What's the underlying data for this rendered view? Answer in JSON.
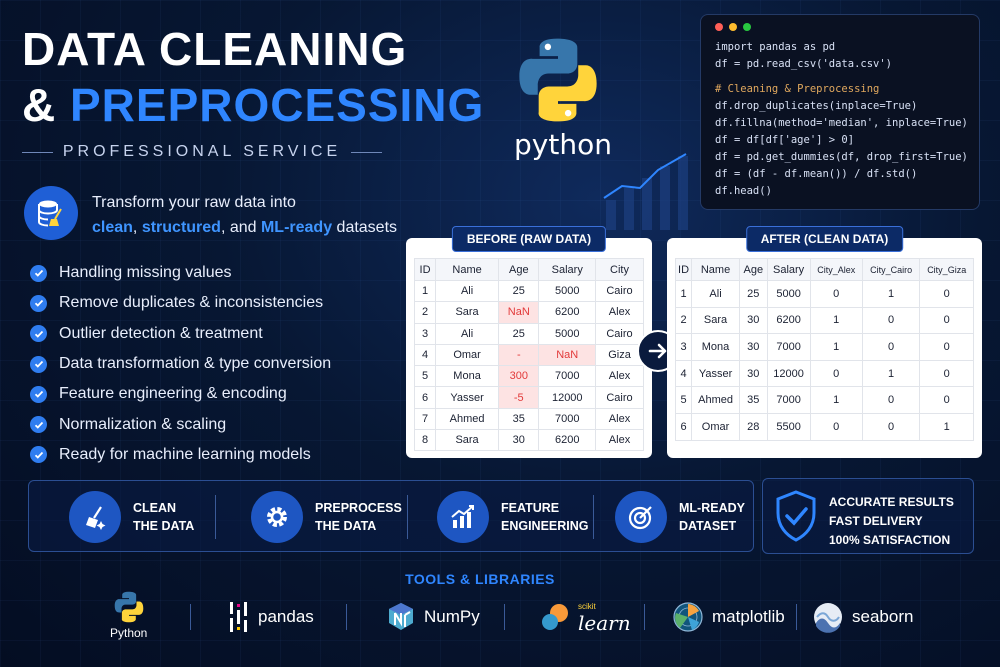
{
  "title": {
    "line1": "DATA CLEANING",
    "line2_prefix": "& ",
    "line2_accent": "PREPROCESSING",
    "subtitle": "PROFESSIONAL SERVICE"
  },
  "python_logo_word": "python",
  "code": {
    "lines": [
      "import pandas as pd",
      "df = pd.read_csv('data.csv')",
      "# Cleaning & Preprocessing",
      "df.drop_duplicates(inplace=True)",
      "df.fillna(method='median', inplace=True)",
      "df = df[df['age'] > 0]",
      "df = pd.get_dummies(df, drop_first=True)",
      "df = (df - df.mean()) / df.std()",
      "df.head()"
    ]
  },
  "intro": {
    "line1": "Transform your raw data into",
    "w1": "clean",
    "sep1": ", ",
    "w2": "structured",
    "sep2": ", and ",
    "w3": "ML-ready",
    "tail": " datasets"
  },
  "features": [
    "Handling missing values",
    "Remove duplicates & inconsistencies",
    "Outlier detection & treatment",
    "Data transformation & type conversion",
    "Feature engineering & encoding",
    "Normalization & scaling",
    "Ready for machine learning models"
  ],
  "before": {
    "label": "BEFORE (RAW DATA)",
    "headers": [
      "ID",
      "Name",
      "Age",
      "Salary",
      "City"
    ],
    "rows": [
      [
        "1",
        "Ali",
        "25",
        "5000",
        "Cairo"
      ],
      [
        "2",
        "Sara",
        "NaN",
        "6200",
        "Alex"
      ],
      [
        "3",
        "Ali",
        "25",
        "5000",
        "Cairo"
      ],
      [
        "4",
        "Omar",
        "-",
        "NaN",
        "Giza"
      ],
      [
        "5",
        "Mona",
        "300",
        "7000",
        "Alex"
      ],
      [
        "6",
        "Yasser",
        "-5",
        "12000",
        "Cairo"
      ],
      [
        "7",
        "Ahmed",
        "35",
        "7000",
        "Alex"
      ],
      [
        "8",
        "Sara",
        "30",
        "6200",
        "Alex"
      ]
    ]
  },
  "after": {
    "label": "AFTER (CLEAN DATA)",
    "headers": [
      "ID",
      "Name",
      "Age",
      "Salary",
      "City_Alex",
      "City_Cairo",
      "City_Giza"
    ],
    "rows": [
      [
        "1",
        "Ali",
        "25",
        "5000",
        "0",
        "1",
        "0"
      ],
      [
        "2",
        "Sara",
        "30",
        "6200",
        "1",
        "0",
        "0"
      ],
      [
        "3",
        "Mona",
        "30",
        "7000",
        "1",
        "0",
        "0"
      ],
      [
        "4",
        "Yasser",
        "30",
        "12000",
        "0",
        "1",
        "0"
      ],
      [
        "5",
        "Ahmed",
        "35",
        "7000",
        "1",
        "0",
        "0"
      ],
      [
        "6",
        "Omar",
        "28",
        "5500",
        "0",
        "0",
        "1"
      ]
    ]
  },
  "steps": [
    {
      "line1": "CLEAN",
      "line2": "THE DATA",
      "icon": "broom-icon"
    },
    {
      "line1": "PREPROCESS",
      "line2": "THE DATA",
      "icon": "gear-icon"
    },
    {
      "line1": "FEATURE",
      "line2": "ENGINEERING",
      "icon": "trend-chart-icon"
    },
    {
      "line1": "ML-READY",
      "line2": "DATASET",
      "icon": "target-icon"
    }
  ],
  "promise": {
    "line1": "ACCURATE RESULTS",
    "line2": "FAST DELIVERY",
    "line3": "100% SATISFACTION"
  },
  "tools": {
    "title": "TOOLS & LIBRARIES",
    "python": "Python",
    "pandas": "pandas",
    "numpy": "NumPy",
    "sklearn_small": "scikit",
    "sklearn": "learn",
    "matplotlib": "matplotlib",
    "seaborn": "seaborn"
  },
  "colors": {
    "accent": "#2f86ff",
    "background": "#071733",
    "error": "#e23a3a",
    "python_blue": "#3776ab",
    "python_yellow": "#ffd43b"
  }
}
